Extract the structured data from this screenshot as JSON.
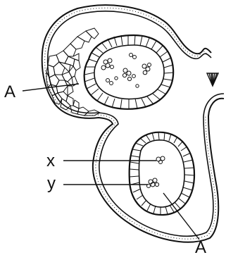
{
  "figure": {
    "colors": {
      "ink": "#111111",
      "background": "#ffffff"
    },
    "labels": {
      "a_upper": "A",
      "x": "x",
      "y": "y",
      "a_lower": "A"
    },
    "icons": [
      "funnel-arrow-icon"
    ]
  }
}
